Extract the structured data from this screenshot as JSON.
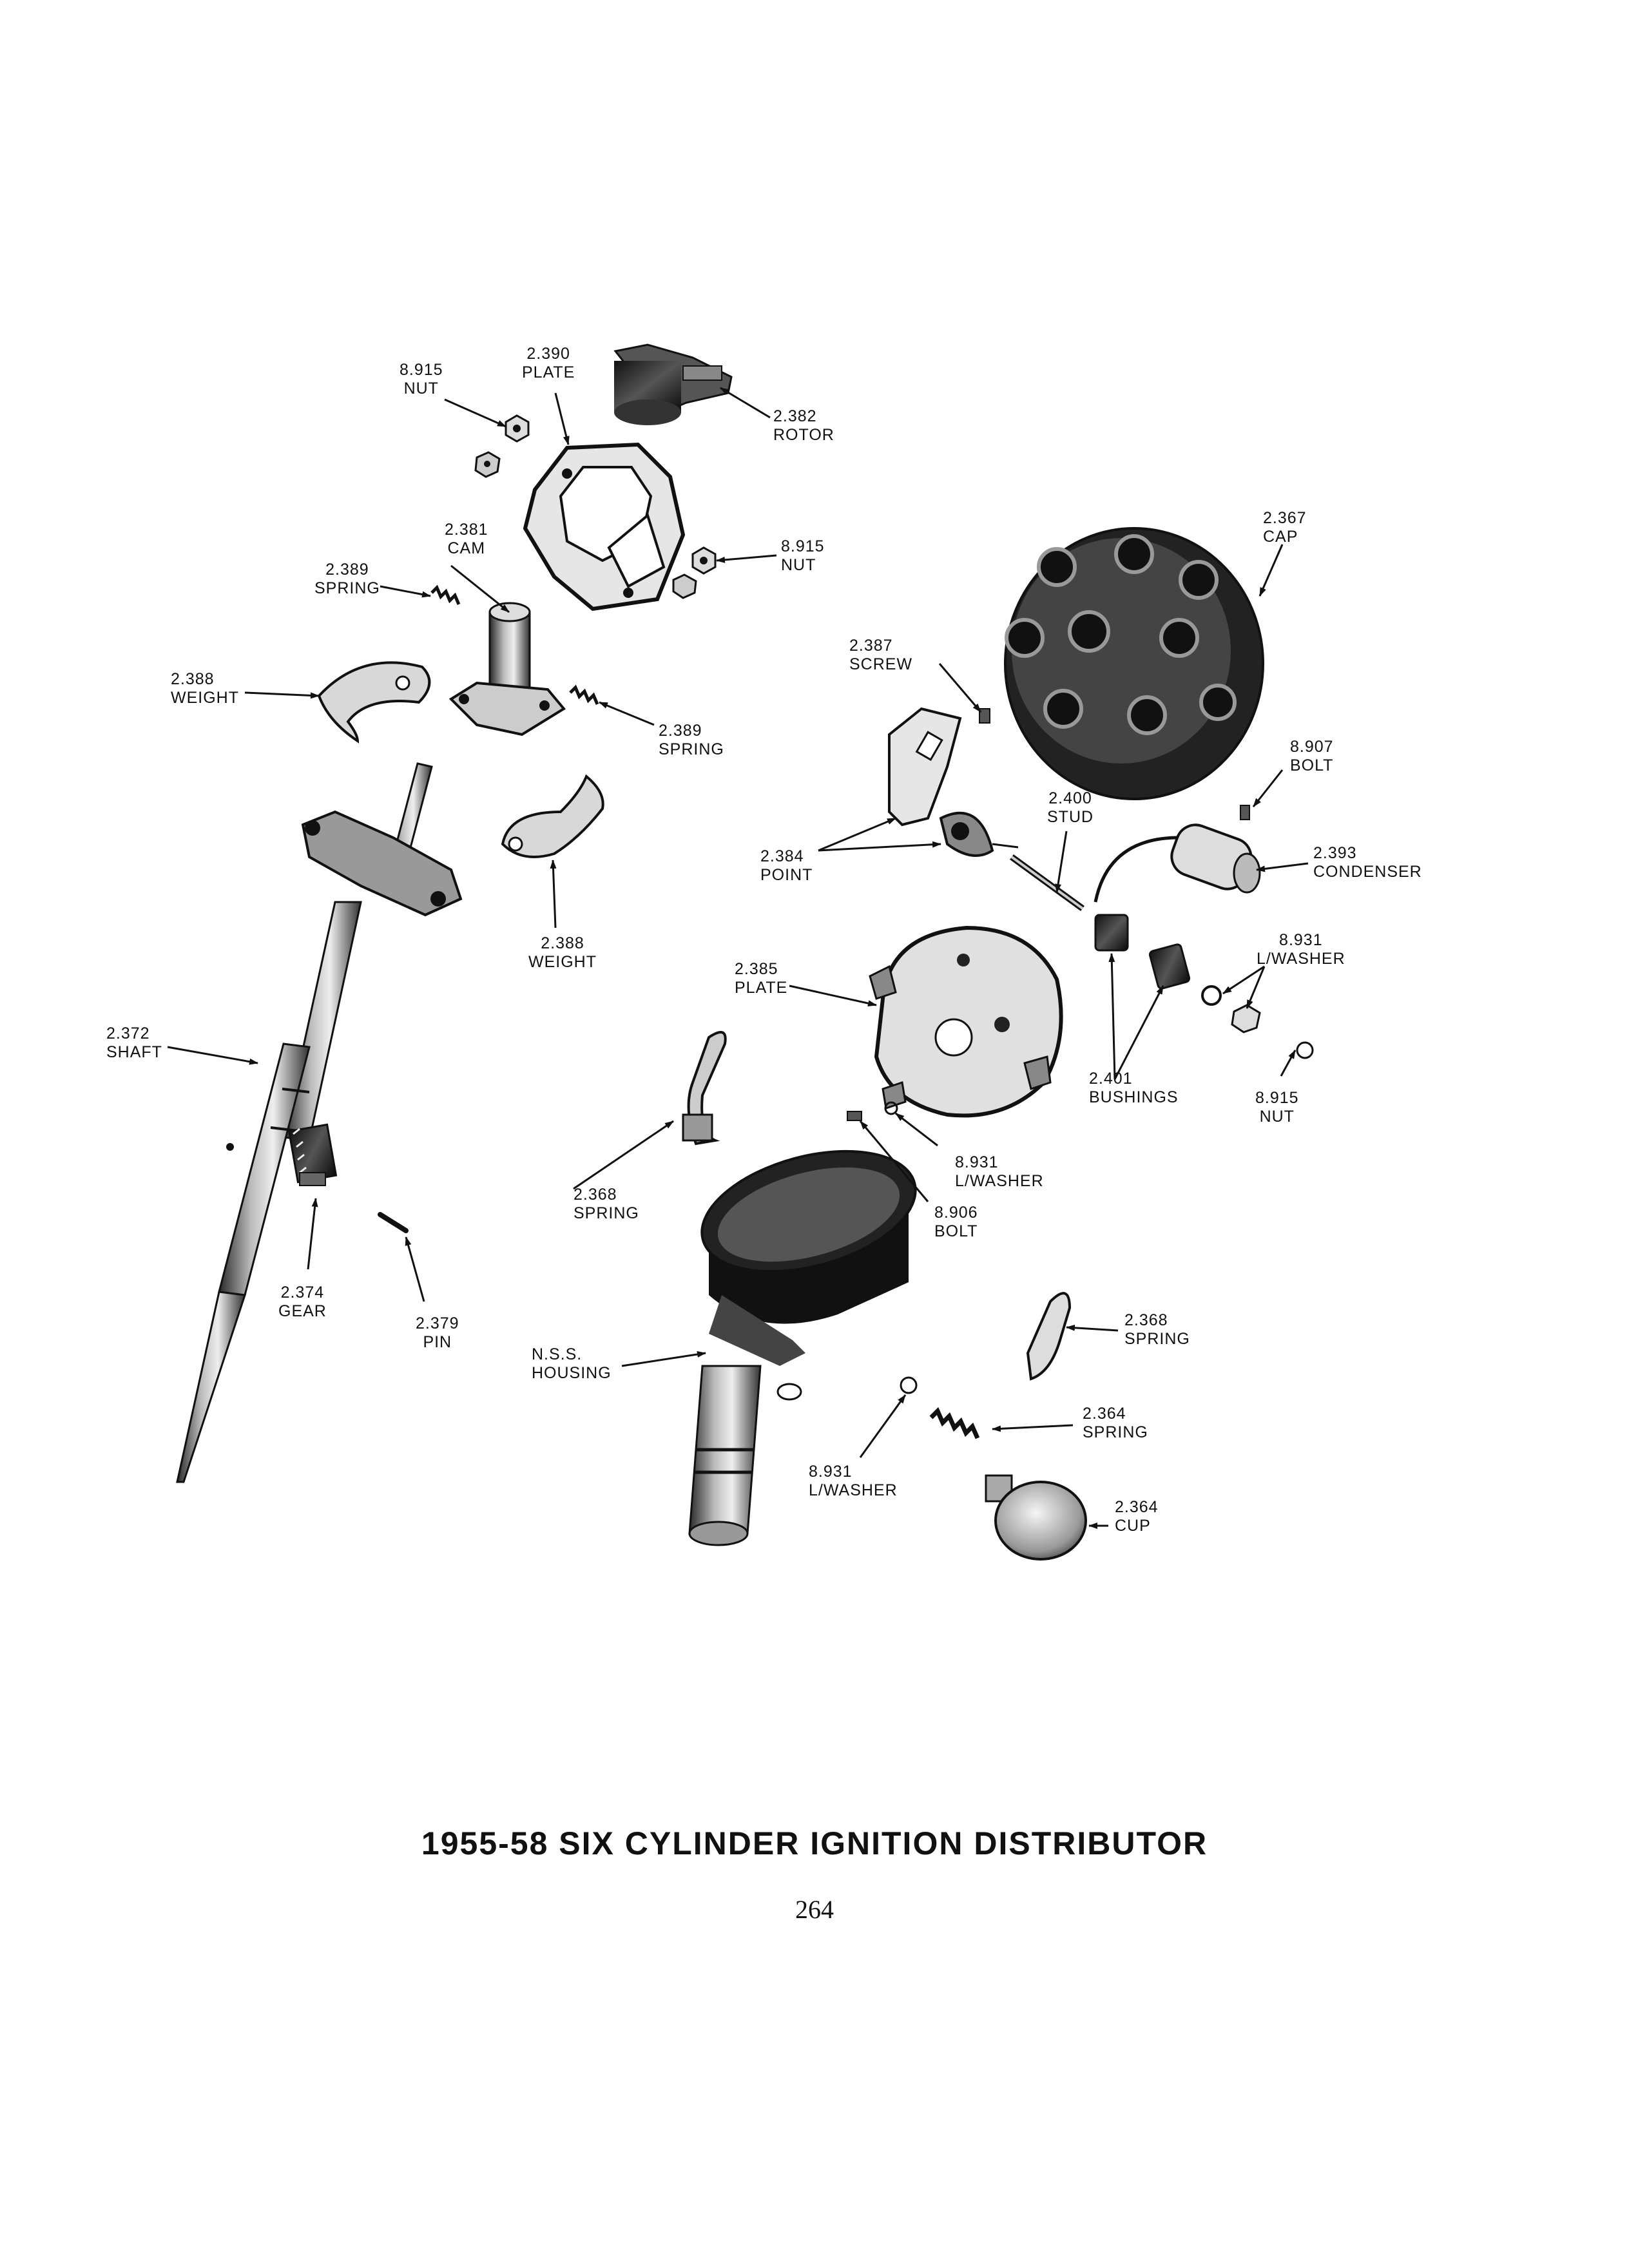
{
  "title": "1955-58 SIX CYLINDER IGNITION DISTRIBUTOR",
  "page_number": "264",
  "labels": {
    "nut_tl": {
      "num": "8.915",
      "name": "NUT"
    },
    "plate_top": {
      "num": "2.390",
      "name": "PLATE"
    },
    "rotor": {
      "num": "2.382",
      "name": "ROTOR"
    },
    "cam": {
      "num": "2.381",
      "name": "CAM"
    },
    "nut_mid": {
      "num": "8.915",
      "name": "NUT"
    },
    "spring_tl": {
      "num": "2.389",
      "name": "SPRING"
    },
    "cap": {
      "num": "2.367",
      "name": "CAP"
    },
    "weight_l": {
      "num": "2.388",
      "name": "WEIGHT"
    },
    "spring_mid": {
      "num": "2.389",
      "name": "SPRING"
    },
    "screw": {
      "num": "2.387",
      "name": "SCREW"
    },
    "bolt_r": {
      "num": "8.907",
      "name": "BOLT"
    },
    "stud": {
      "num": "2.400",
      "name": "STUD"
    },
    "condenser": {
      "num": "2.393",
      "name": "CONDENSER"
    },
    "point": {
      "num": "2.384",
      "name": "POINT"
    },
    "weight_m": {
      "num": "2.388",
      "name": "WEIGHT"
    },
    "lwasher_r": {
      "num": "8.931",
      "name": "L/WASHER"
    },
    "plate_mid": {
      "num": "2.385",
      "name": "PLATE"
    },
    "shaft": {
      "num": "2.372",
      "name": "SHAFT"
    },
    "bushings": {
      "num": "2.401",
      "name": "BUSHINGS"
    },
    "nut_r": {
      "num": "8.915",
      "name": "NUT"
    },
    "lwasher_m": {
      "num": "8.931",
      "name": "L/WASHER"
    },
    "spring_l": {
      "num": "2.368",
      "name": "SPRING"
    },
    "bolt_m": {
      "num": "8.906",
      "name": "BOLT"
    },
    "gear": {
      "num": "2.374",
      "name": "GEAR"
    },
    "pin": {
      "num": "2.379",
      "name": "PIN"
    },
    "spring_r": {
      "num": "2.368",
      "name": "SPRING"
    },
    "housing": {
      "num": "N.S.S.",
      "name": "HOUSING"
    },
    "spring_lower": {
      "num": "2.364",
      "name": "SPRING"
    },
    "lwasher_low": {
      "num": "8.931",
      "name": "L/WASHER"
    },
    "cup": {
      "num": "2.364",
      "name": "CUP"
    }
  }
}
